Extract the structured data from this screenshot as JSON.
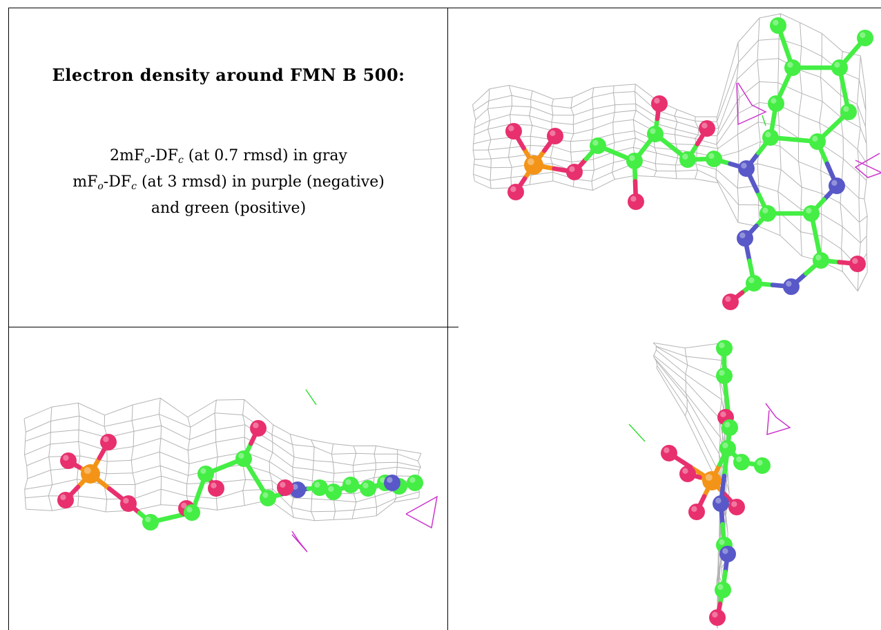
{
  "caption": {
    "title": "Electron density around FMN B 500:",
    "line1": {
      "prefix": "2mF",
      "sub1": "o",
      "mid": "-DF",
      "sub2": "c",
      "suffix": " (at 0.7 rmsd) in gray"
    },
    "line2": {
      "prefix": "mF",
      "sub1": "o",
      "mid": "-DF",
      "sub2": "c",
      "suffix": " (at 3 rmsd) in purple (negative)"
    },
    "line3": "and green (positive)"
  },
  "colors": {
    "density_map": "#b4b4b4",
    "negative_difference": "#cc33cc",
    "positive_difference": "#33dd33",
    "carbon": "#44ee44",
    "oxygen": "#e8306e",
    "nitrogen": "#5858c8",
    "phosphorus": "#f39418",
    "grid_lines": "#000000"
  },
  "panels": [
    {
      "name": "caption-panel"
    },
    {
      "name": "view-top-right",
      "subject": "FMN ligand, face-on view"
    },
    {
      "name": "view-bottom-left",
      "subject": "FMN ligand, edge-on view"
    },
    {
      "name": "view-bottom-right",
      "subject": "FMN ligand, end-on view"
    }
  ]
}
